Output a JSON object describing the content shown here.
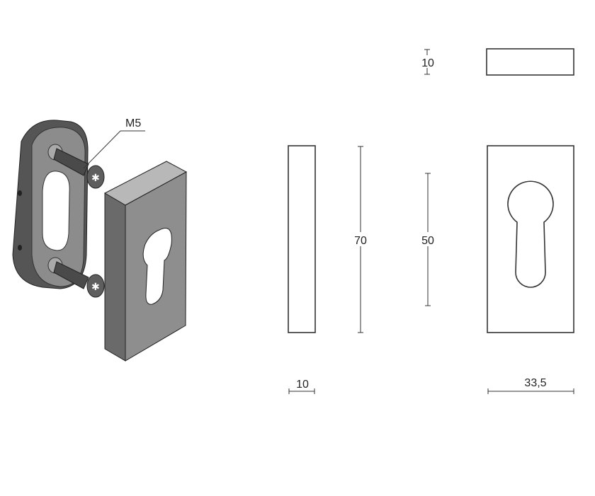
{
  "labels": {
    "screw": "M5",
    "top_thickness": "10",
    "height_total": "70",
    "height_inner": "50",
    "side_thickness": "10",
    "width": "33,5"
  },
  "colors": {
    "metal_dark": "#5a5a5a",
    "metal_mid": "#8a8a8a",
    "metal_light": "#b5b5b5",
    "line": "#333333"
  }
}
